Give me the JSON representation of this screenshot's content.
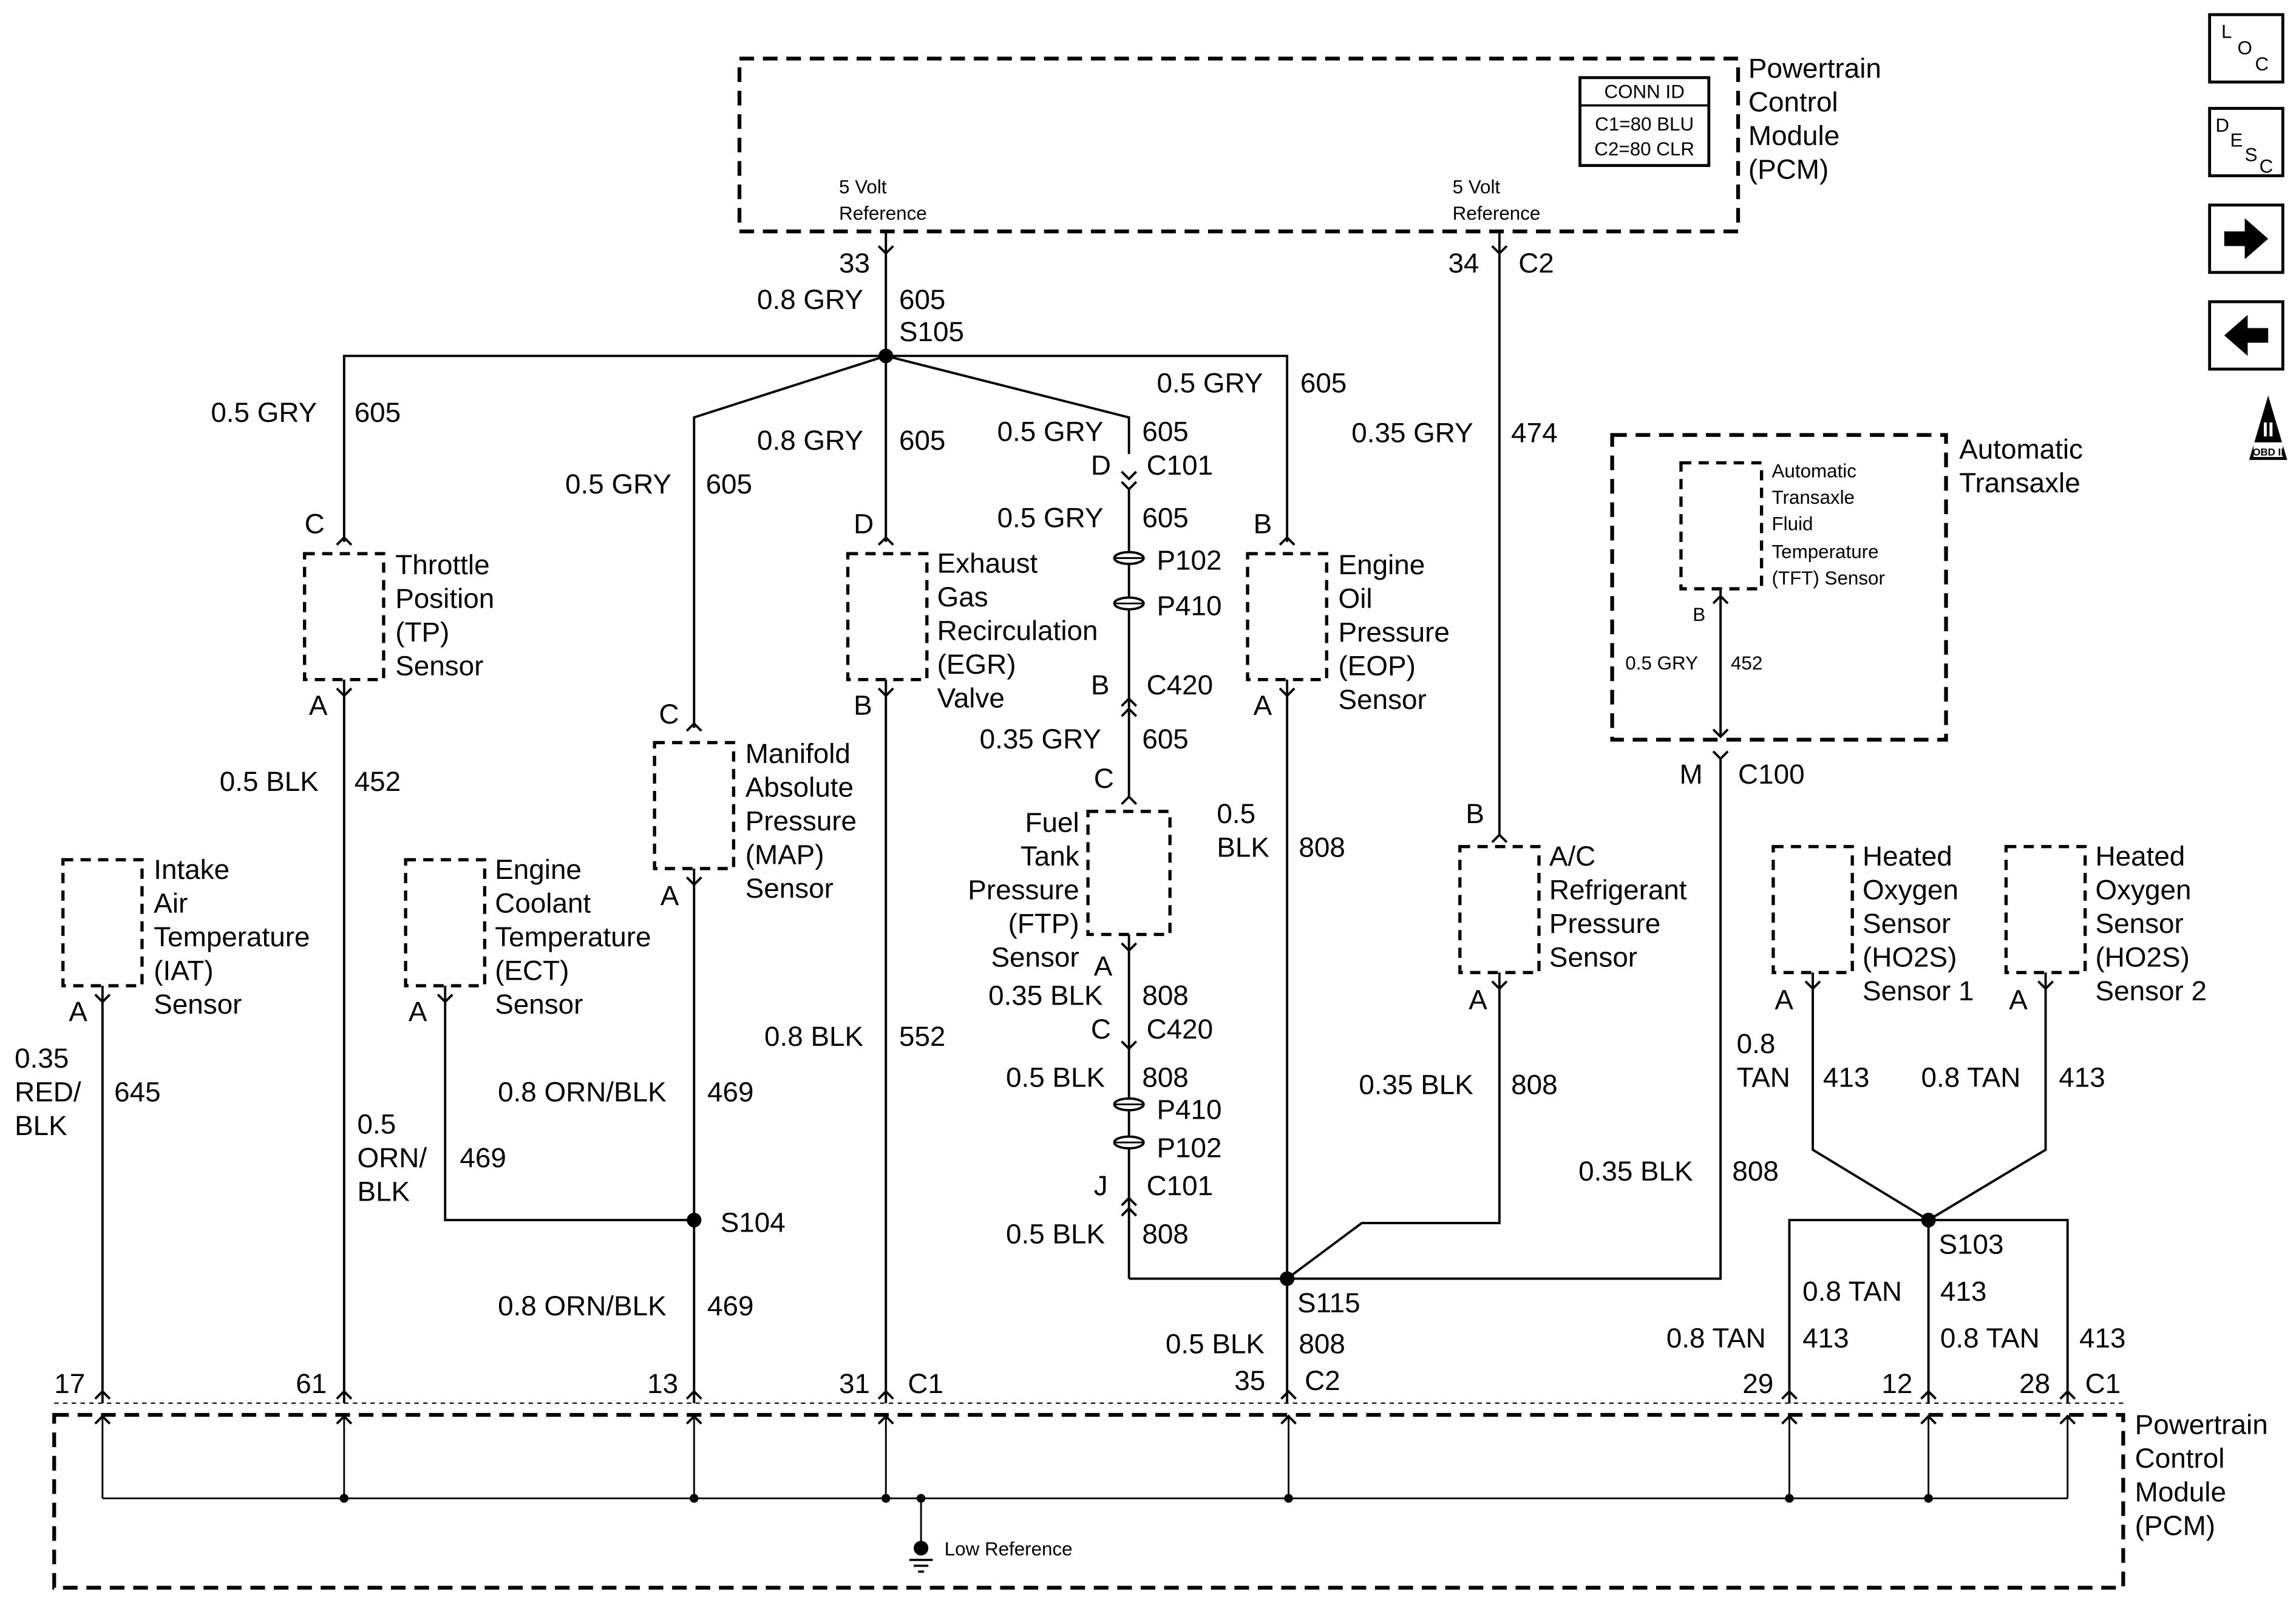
{
  "pcm_top": {
    "title_lines": [
      "Powertrain",
      "Control",
      "Module",
      "(PCM)"
    ],
    "conn_id": {
      "header": "CONN ID",
      "c1": "C1=80 BLU",
      "c2": "C2=80 CLR"
    },
    "ref_left": [
      "5 Volt",
      "Reference"
    ],
    "ref_right": [
      "5 Volt",
      "Reference"
    ]
  },
  "pcm_bottom": {
    "title_lines": [
      "Powertrain",
      "Control",
      "Module",
      "(PCM)"
    ],
    "low_reference": "Low Reference"
  },
  "nav": {
    "loc_icon": [
      "L",
      "O",
      "C"
    ],
    "desc_icon": [
      "D",
      "E",
      "S",
      "C"
    ],
    "obd_badge": [
      "II",
      "OBD II"
    ]
  },
  "components": {
    "tp": [
      "Throttle",
      "Position",
      "(TP)",
      "Sensor"
    ],
    "egr": [
      "Exhaust",
      "Gas",
      "Recirculation",
      "(EGR)",
      "Valve"
    ],
    "eop": [
      "Engine",
      "Oil",
      "Pressure",
      "(EOP)",
      "Sensor"
    ],
    "map": [
      "Manifold",
      "Absolute",
      "Pressure",
      "(MAP)",
      "Sensor"
    ],
    "iat": [
      "Intake",
      "Air",
      "Temperature",
      "(IAT)",
      "Sensor"
    ],
    "ect": [
      "Engine",
      "Coolant",
      "Temperature",
      "(ECT)",
      "Sensor"
    ],
    "ftp": [
      "Fuel",
      "Tank",
      "Pressure",
      "(FTP)",
      "Sensor"
    ],
    "ac": [
      "A/C",
      "Refrigerant",
      "Pressure",
      "Sensor"
    ],
    "trans": [
      "Automatic",
      "Transaxle"
    ],
    "tft": [
      "Automatic",
      "Transaxle",
      "Fluid",
      "Temperature",
      "(TFT) Sensor"
    ],
    "ho2s1": [
      "Heated",
      "Oxygen",
      "Sensor",
      "(HO2S)",
      "Sensor 1"
    ],
    "ho2s2": [
      "Heated",
      "Oxygen",
      "Sensor",
      "(HO2S)",
      "Sensor 2"
    ]
  },
  "labels": {
    "pin33": "33",
    "w_08gry": "0.8 GRY",
    "c605": "605",
    "s105": "S105",
    "pin34": "34",
    "c2": "C2",
    "c474": "474",
    "w_035gry": "0.35 GRY",
    "w_05gry": "0.5 GRY",
    "pinC": "C",
    "pinD": "D",
    "pinB": "B",
    "pinA": "A",
    "pinM": "M",
    "pinJ": "J",
    "c101": "C101",
    "p102": "P102",
    "p410": "P410",
    "c420": "C420",
    "c100": "C100",
    "w_05blk": "0.5 BLK",
    "c452": "452",
    "c808": "808",
    "w_035blk": "0.35 BLK",
    "w_05": "0.5",
    "blk": "BLK",
    "w_08blk": "0.8 BLK",
    "c552": "552",
    "w_08ornblk": "0.8 ORN/BLK",
    "c469": "469",
    "orn": "ORN/",
    "w_035": "0.35",
    "redslash": "RED/",
    "c645": "645",
    "s104": "S104",
    "s115": "S115",
    "s103": "S103",
    "w_08": "0.8",
    "tan": "TAN",
    "w_08tan": "0.8 TAN",
    "c413": "413",
    "pin17": "17",
    "pin61": "61",
    "pin13": "13",
    "pin31": "31",
    "c1": "C1",
    "pin35": "35",
    "pin29": "29",
    "pin12": "12",
    "pin28": "28"
  }
}
